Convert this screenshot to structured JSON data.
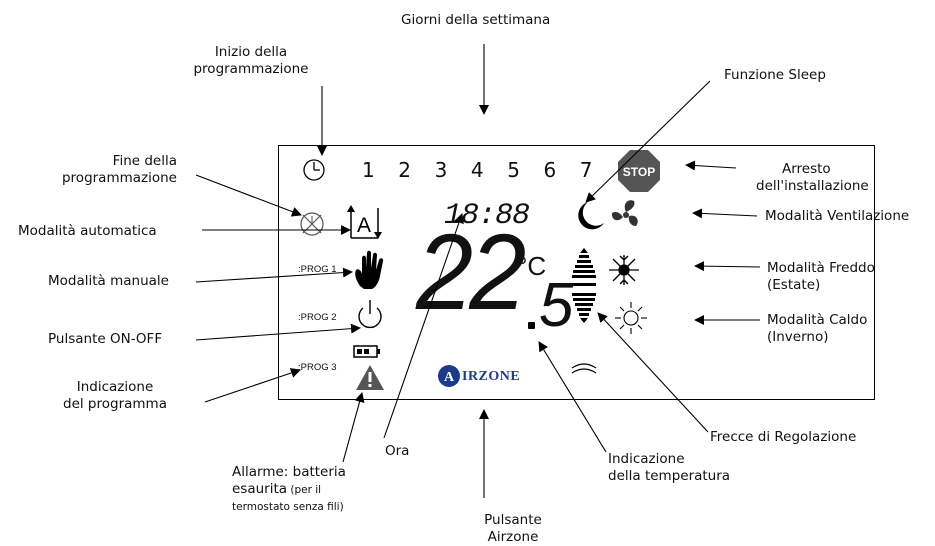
{
  "labels": {
    "giorni": "Giorni della settimana",
    "inizio_1": "Inizio della",
    "inizio_2": "programmazione",
    "fine_1": "Fine della",
    "fine_2": "programmazione",
    "automatica": "Modalità automatica",
    "manuale": "Modalità manuale",
    "onoff": "Pulsante ON-OFF",
    "indicazione_prog_1": "Indicazione",
    "indicazione_prog_2": "del programma",
    "allarme_1": "Allarme: batteria",
    "allarme_2": "esaurita",
    "allarme_2b": " (per il",
    "allarme_3": "termostato senza fili)",
    "ora": "Ora",
    "pulsante_airzone_1": "Pulsante",
    "pulsante_airzone_2": "Airzone",
    "ind_temp_1": "Indicazione",
    "ind_temp_2": "della temperatura",
    "frecce": "Frecce di Regolazione",
    "sleep": "Funzione Sleep",
    "arresto_1": "Arresto",
    "arresto_2": "dell'installazione",
    "ventilazione": "Modalità Ventilazione",
    "freddo_1": "Modalità Freddo",
    "freddo_2": "(Estate)",
    "caldo_1": "Modalità Caldo",
    "caldo_2": "(Inverno)"
  },
  "display": {
    "days": [
      "1",
      "2",
      "3",
      "4",
      "5",
      "6",
      "7"
    ],
    "time": "18:88",
    "temp_main": "22",
    "temp_dec": "5",
    "unit": "°C",
    "prog": [
      ":PROG 1",
      ":PROG 2",
      ":PROG 3"
    ],
    "mode_auto_letter": "A",
    "stop": "STOP",
    "brand": "AIRZONE"
  }
}
